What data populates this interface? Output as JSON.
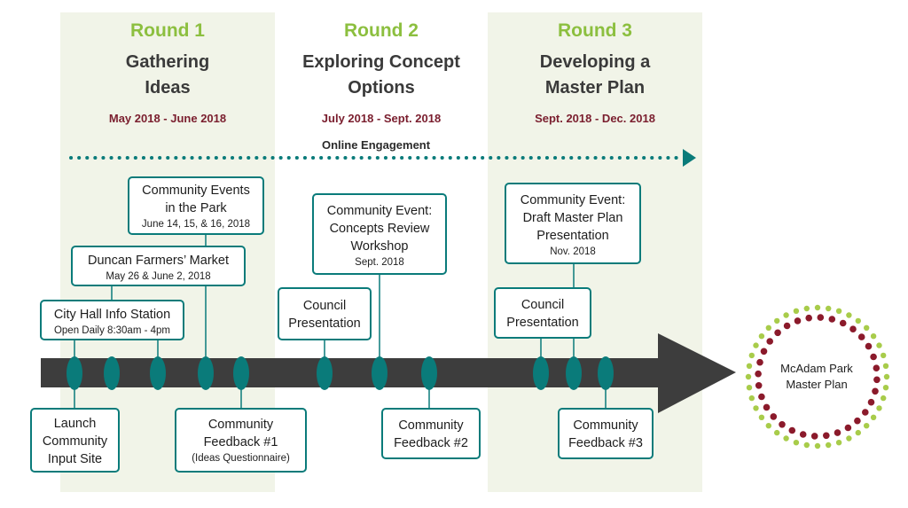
{
  "colors": {
    "panel": "#f1f4e8",
    "round_green": "#8cbf3f",
    "date_red": "#7a1e2e",
    "teal": "#0a7b7a",
    "arrow": "#3d3d3d",
    "dot_red": "#8b1a2b",
    "dot_green": "#a8cc4a"
  },
  "rounds": [
    {
      "label": "Round 1",
      "phase_lines": [
        "Gathering",
        "Ideas"
      ],
      "dates": "May 2018 - June 2018"
    },
    {
      "label": "Round 2",
      "phase_lines": [
        "Exploring Concept",
        "Options"
      ],
      "dates": "July 2018 - Sept. 2018"
    },
    {
      "label": "Round 3",
      "phase_lines": [
        "Developing a",
        "Master Plan"
      ],
      "dates": "Sept. 2018 -  Dec. 2018"
    }
  ],
  "online_engagement": "Online Engagement",
  "events": {
    "community_events_park": {
      "title_lines": [
        "Community Events",
        "in the Park"
      ],
      "sub": "June 14, 15, & 16, 2018"
    },
    "duncan_market": {
      "title_lines": [
        "Duncan Farmers’ Market"
      ],
      "sub": "May 26 & June 2, 2018"
    },
    "city_hall": {
      "title_lines": [
        "City Hall Info Station"
      ],
      "sub": "Open Daily 8:30am - 4pm"
    },
    "launch": {
      "title_lines": [
        "Launch",
        "Community",
        "Input Site"
      ],
      "sub": ""
    },
    "feedback1": {
      "title_lines": [
        "Community",
        "Feedback #1"
      ],
      "sub": "(Ideas Questionnaire)"
    },
    "council1": {
      "title_lines": [
        "Council",
        "Presentation"
      ],
      "sub": ""
    },
    "concepts_workshop": {
      "title_lines": [
        "Community Event:",
        "Concepts Review",
        "Workshop"
      ],
      "sub": "Sept. 2018"
    },
    "feedback2": {
      "title_lines": [
        "Community",
        "Feedback #2"
      ],
      "sub": ""
    },
    "draft_plan": {
      "title_lines": [
        "Community Event:",
        "Draft Master Plan",
        "Presentation"
      ],
      "sub": "Nov. 2018"
    },
    "council2": {
      "title_lines": [
        "Council",
        "Presentation"
      ],
      "sub": ""
    },
    "feedback3": {
      "title_lines": [
        "Community",
        "Feedback #3"
      ],
      "sub": ""
    }
  },
  "master_plan": {
    "lines": [
      "McAdam Park",
      "Master Plan"
    ]
  }
}
